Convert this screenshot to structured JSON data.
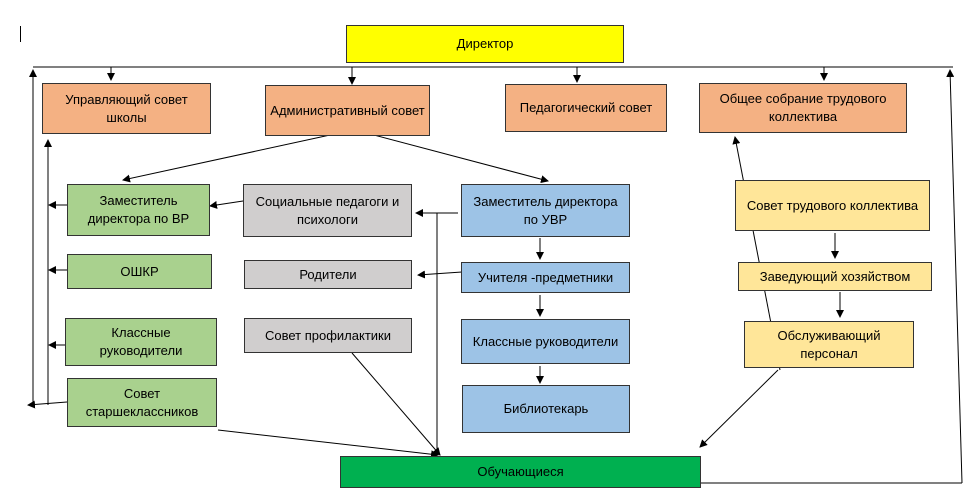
{
  "colors": {
    "director": "#ffff00",
    "council": "#f4b183",
    "vr_branch": "#a9d18e",
    "social_branch": "#d0cece",
    "uvr_branch": "#9dc3e6",
    "labor_branch": "#ffe699",
    "students": "#00b050",
    "lines": "#000000"
  },
  "nodes": {
    "director": "Директор",
    "governing_council": "Управляющий совет школы",
    "admin_council": "Административный совет",
    "pedagogical_council": "Педагогический совет",
    "general_meeting": "Общее собрание трудового коллектива",
    "deputy_vr": "Заместитель директора по ВР",
    "social_pedagogues": "Социальные педагоги и психологи",
    "deputy_uvr": "Заместитель директора по УВР",
    "labor_council": "Совет трудового коллектива",
    "oshkr": "ОШКР",
    "parents": "Родители",
    "subject_teachers": "Учителя -предметники",
    "housekeeping_manager": "Заведующий хозяйством",
    "class_teachers_vr": "Классные руководители",
    "prevention_council": "Совет профилактики",
    "class_teachers_uvr": "Классные руководители",
    "service_staff": "Обслуживающий персонал",
    "senior_council": "Совет старшеклассников",
    "librarian": "Библиотекарь",
    "students": "Обучающиеся"
  }
}
